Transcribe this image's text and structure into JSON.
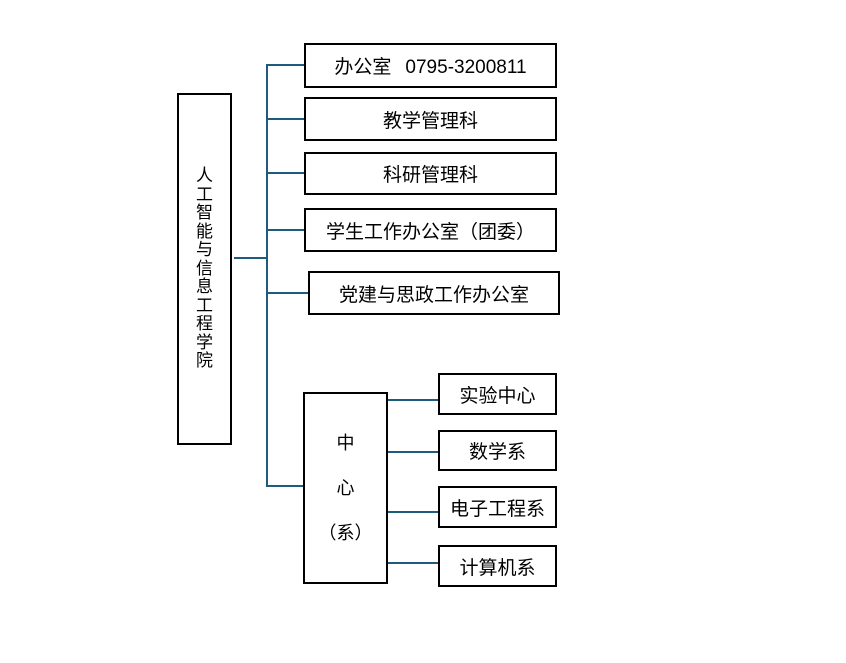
{
  "diagram": {
    "title": "organization-chart",
    "root": {
      "label": "人工智能与信息工程学院"
    },
    "admin_offices": [
      {
        "label": "办公室",
        "phone": "0795-3200811"
      },
      {
        "label": "教学管理科"
      },
      {
        "label": "科研管理科"
      },
      {
        "label": "学生工作办公室（团委）"
      },
      {
        "label": "党建与思政工作办公室"
      }
    ],
    "center_group": {
      "label": "中心（系）",
      "label_lines": [
        "中",
        "心",
        "（系）"
      ],
      "children": [
        {
          "label": "实验中心"
        },
        {
          "label": "数学系"
        },
        {
          "label": "电子工程系"
        },
        {
          "label": "计算机系"
        }
      ]
    },
    "colors": {
      "connector": "#1F5B7D",
      "box_border": "#000000",
      "box_fill": "#FFFFFF",
      "text": "#000000",
      "background": "#FFFFFF"
    }
  }
}
